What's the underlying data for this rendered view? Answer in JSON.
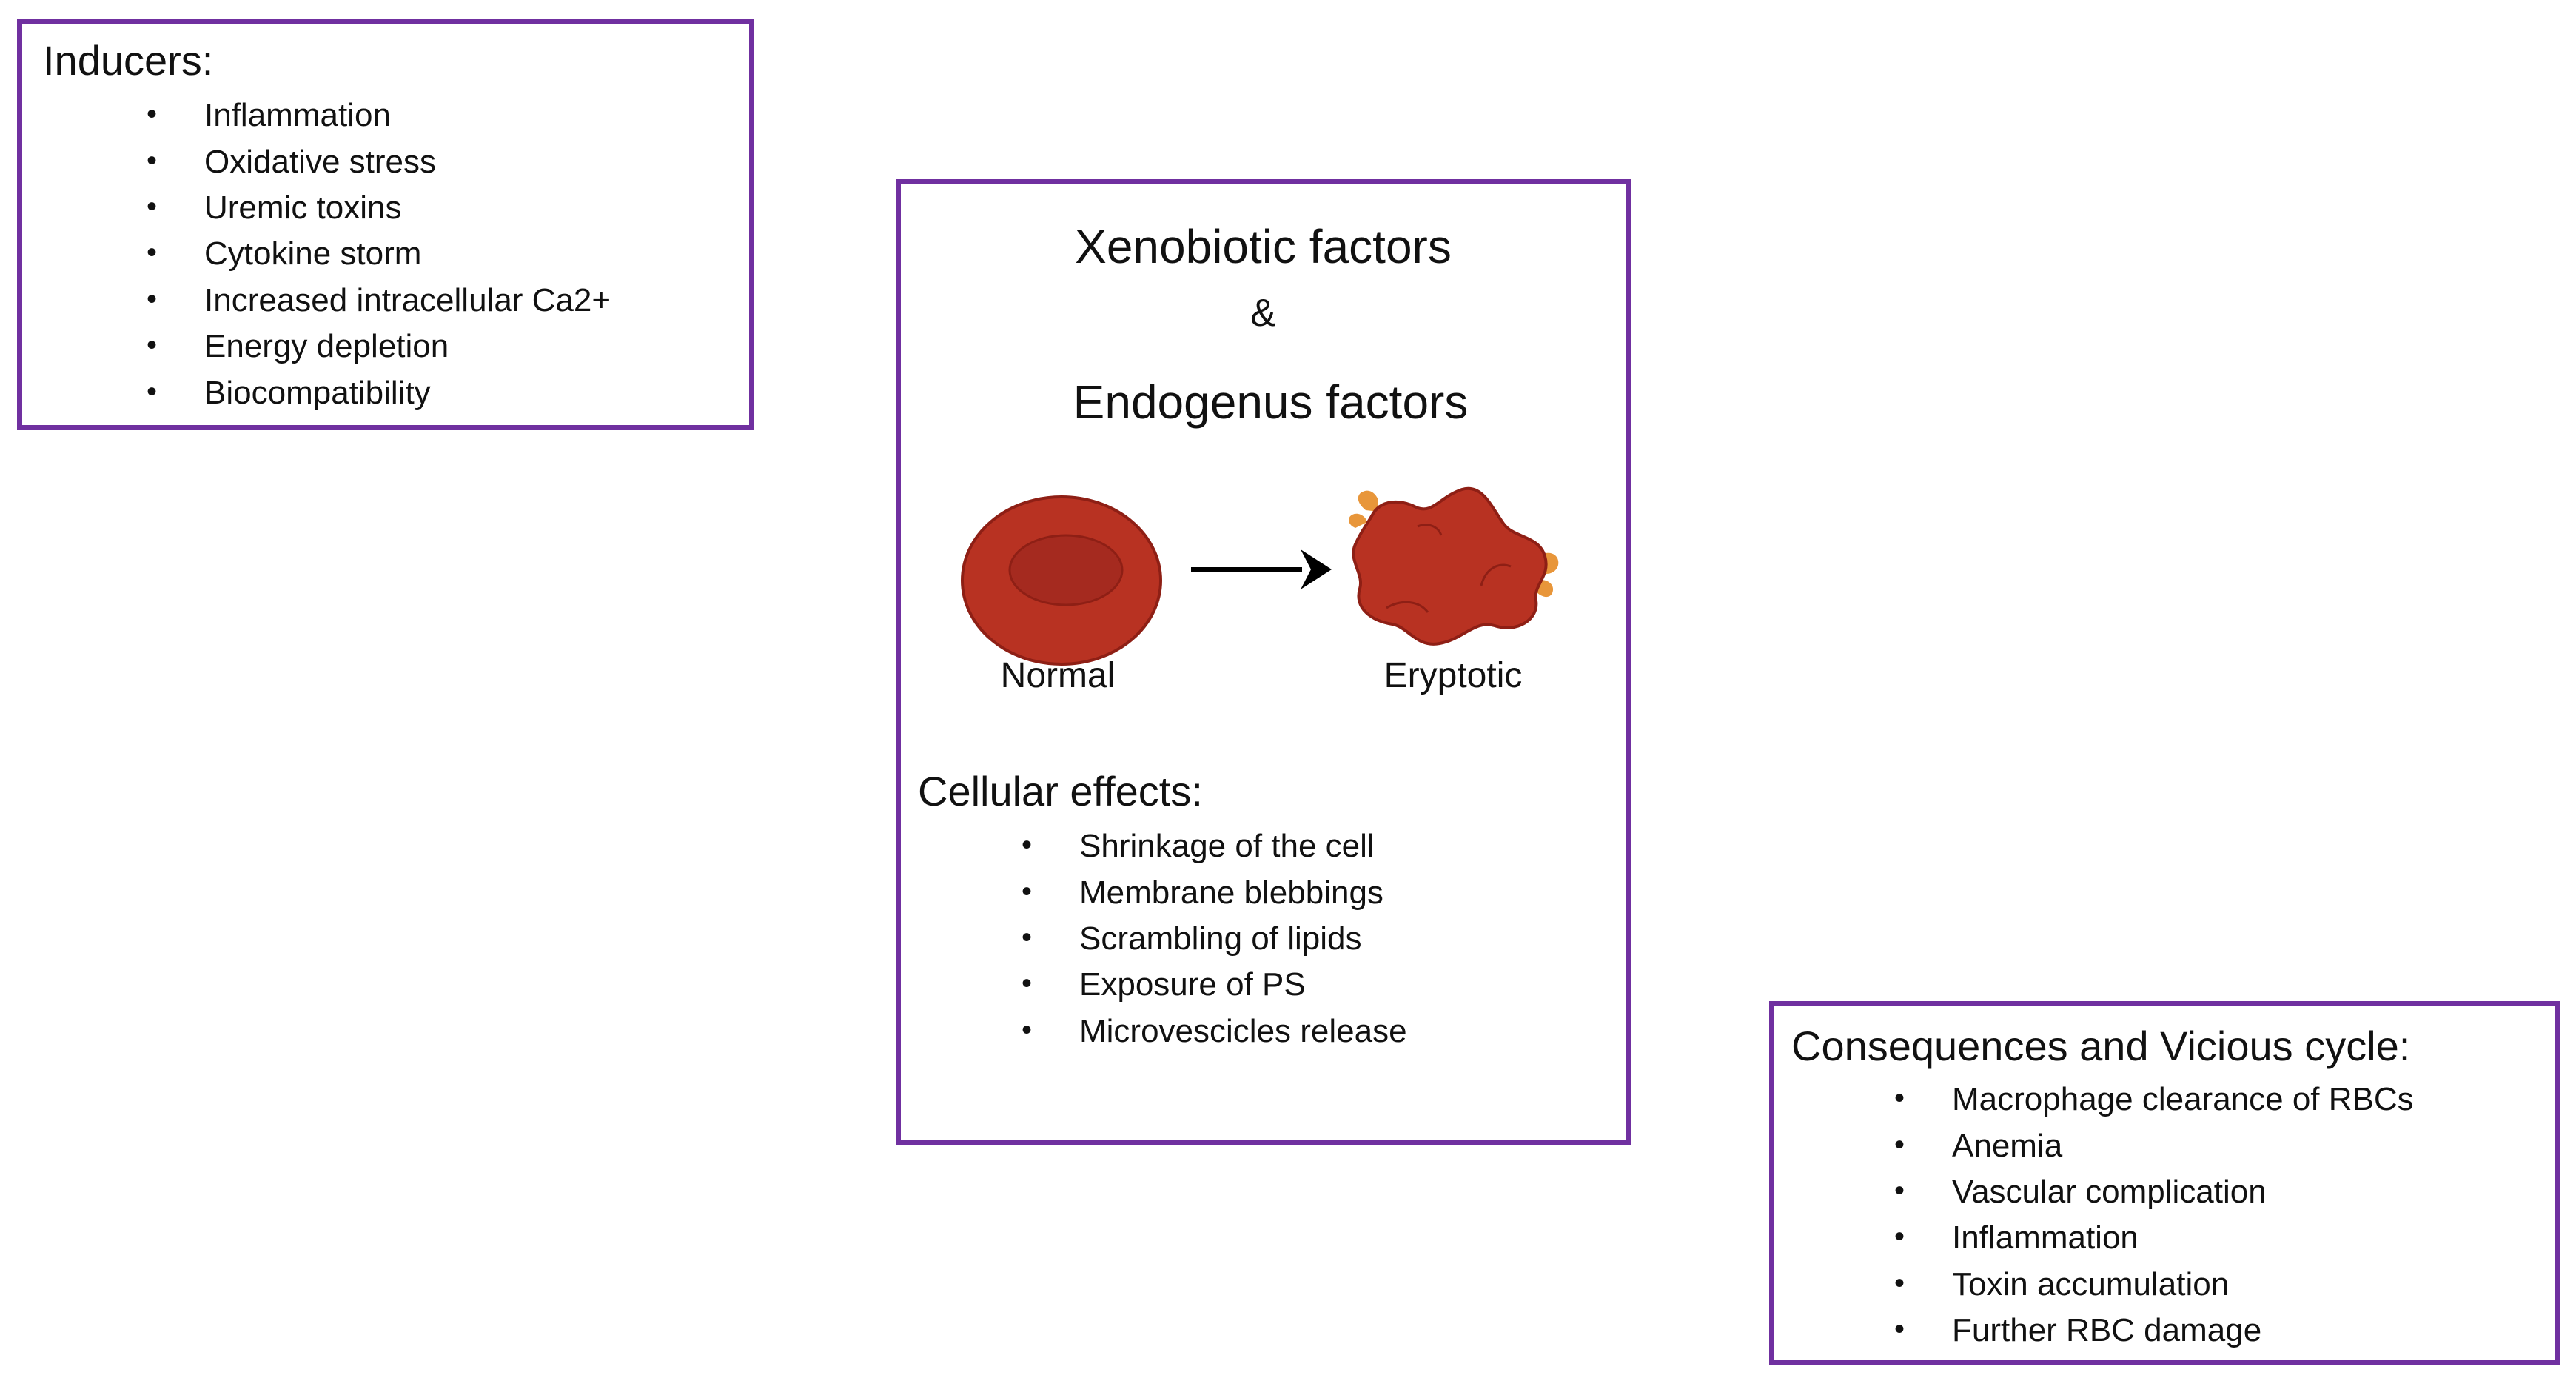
{
  "inducers": {
    "title": "Inducers:",
    "items": [
      "Inflammation",
      "Oxidative stress",
      "Uremic toxins",
      "Cytokine storm",
      "Increased intracellular Ca2+",
      "Energy depletion",
      "Biocompatibility"
    ]
  },
  "center": {
    "title_line1": "Xenobiotic factors",
    "ampersand": "&",
    "title_line2": "Endogenus factors",
    "normal_label": "Normal",
    "eryptotic_label": "Eryptotic",
    "effects_title": "Cellular effects:",
    "effects": [
      "Shrinkage of the cell",
      "Membrane blebbings",
      "Scrambling of lipids",
      "Exposure of PS",
      "Microvescicles release"
    ]
  },
  "consequences": {
    "title": "Consequences and Vicious cycle:",
    "items": [
      "Macrophage clearance of RBCs",
      "Anemia",
      "Vascular complication",
      "Inflammation",
      "Toxin accumulation",
      "Further RBC damage"
    ]
  },
  "bullet_glyph": "•",
  "colors": {
    "border": "#7030a0",
    "cell_fill": "#b83222",
    "cell_center": "#a52a1f",
    "cell_edge": "#8e1f15",
    "bleb": "#e8963a",
    "arrow": "#000000"
  }
}
